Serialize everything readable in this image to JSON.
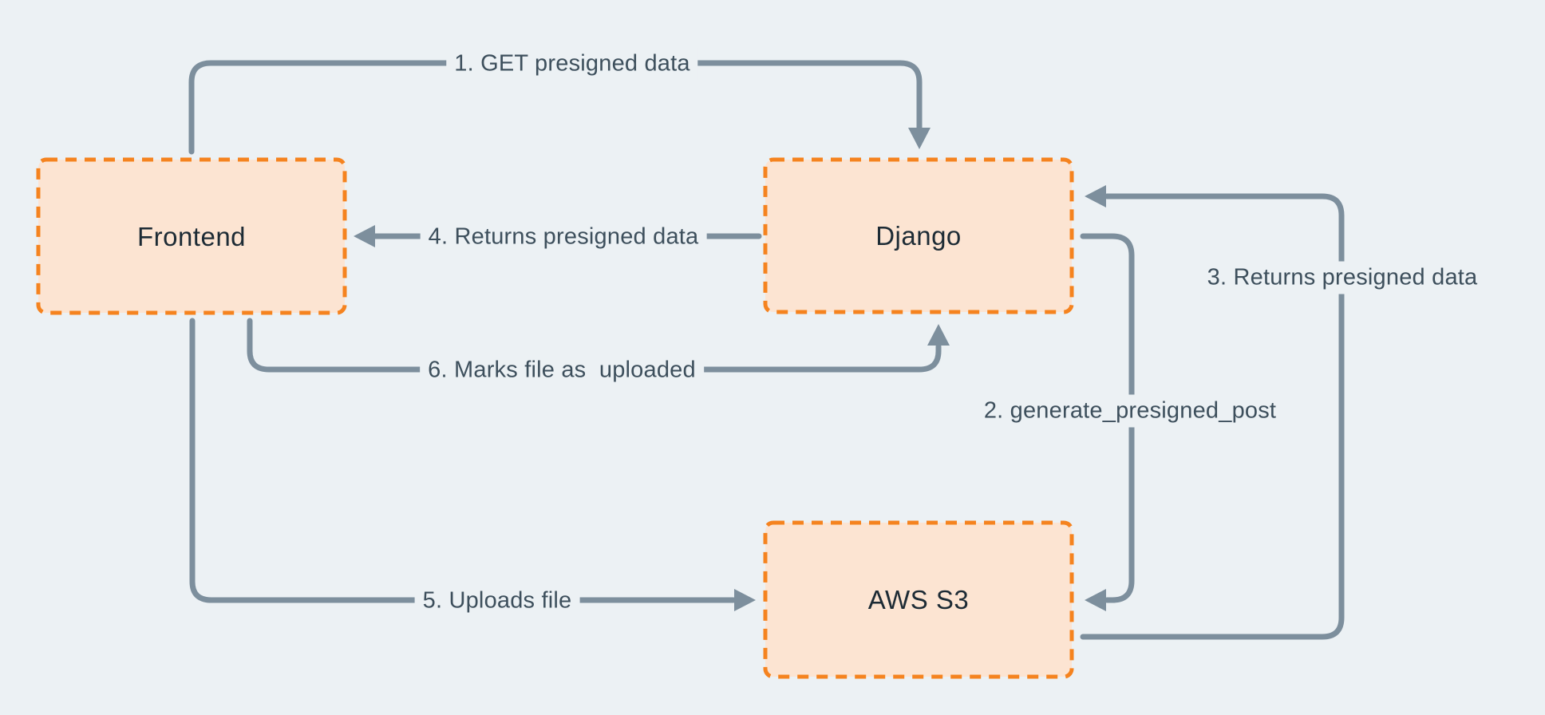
{
  "diagram": {
    "description": "Presigned S3 upload flow diagram",
    "colors": {
      "background": "#ECF1F4",
      "node_fill": "#FCE4D2",
      "node_border": "#F5831F",
      "node_text": "#1D2B35",
      "edge": "#7D8F9D",
      "edge_label_text": "#3D4F5C"
    },
    "nodes": [
      {
        "id": "frontend",
        "label": "Frontend"
      },
      {
        "id": "django",
        "label": "Django"
      },
      {
        "id": "aws-s3",
        "label": "AWS S3"
      }
    ],
    "edges": [
      {
        "order": "1",
        "from": "Frontend",
        "to": "Django",
        "label": "1. GET presigned data"
      },
      {
        "order": "2",
        "from": "Django",
        "to": "AWS S3",
        "label": "2. generate_presigned_post"
      },
      {
        "order": "3",
        "from": "AWS S3",
        "to": "Django",
        "label": "3. Returns presigned data"
      },
      {
        "order": "4",
        "from": "Django",
        "to": "Frontend",
        "label": "4. Returns presigned data"
      },
      {
        "order": "5",
        "from": "Frontend",
        "to": "AWS S3",
        "label": "5. Uploads file"
      },
      {
        "order": "6",
        "from": "Frontend",
        "to": "Django",
        "label": "6. Marks file as  uploaded"
      }
    ]
  }
}
